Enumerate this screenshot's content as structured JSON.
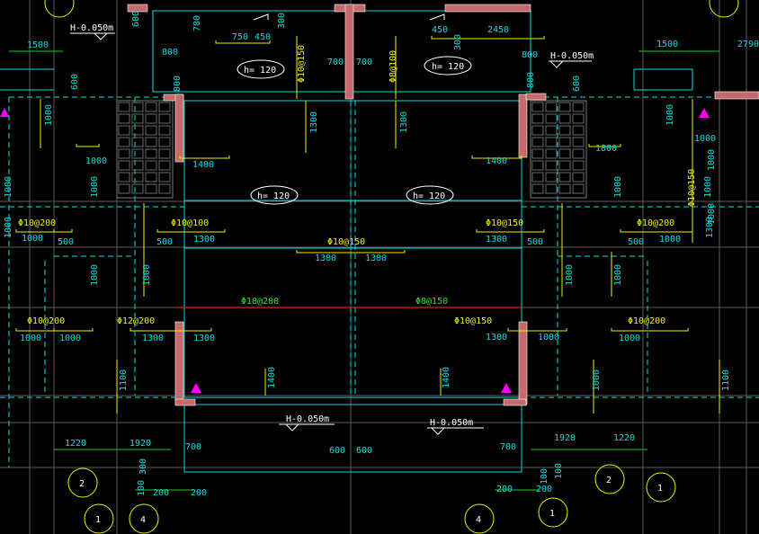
{
  "colors": {
    "background": "#000000",
    "grid": "#5a5a5a",
    "slab": "#00e0e0",
    "wall": "#c46a6a",
    "dim": "#f0f000",
    "rebar_text": "#f0f000",
    "dim_text": "#00e0e0",
    "red_line": "#e02020",
    "green_text": "#30e030",
    "marker": "#ff00ff",
    "white": "#ffffff"
  },
  "dimension_labels": [
    "1500",
    "750",
    "450",
    "300",
    "780",
    "600",
    "800",
    "700",
    "700",
    "2450",
    "450",
    "300",
    "800",
    "600",
    "800",
    "1500",
    "2790",
    "600",
    "800",
    "1000",
    "1000",
    "1300",
    "1300",
    "1000",
    "1000",
    "1000",
    "1000",
    "1400",
    "1400",
    "1800",
    "1000",
    "1000",
    "1000",
    "500",
    "500",
    "1300",
    "1300",
    "1300",
    "1300",
    "500",
    "1300",
    "500",
    "1000",
    "1000",
    "1000",
    "1000",
    "1000",
    "1000",
    "1000",
    "1000",
    "1000",
    "1000",
    "1300",
    "1300",
    "1300",
    "1000",
    "1000",
    "1100",
    "1400",
    "1400",
    "1000",
    "1100",
    "1220",
    "1920",
    "700",
    "600",
    "600",
    "700",
    "1920",
    "1220",
    "300",
    "100",
    "200",
    "200",
    "200",
    "200",
    "100",
    "100"
  ],
  "rebar_labels": [
    "Φ10@150",
    "Φ8@100",
    "Φ10@150",
    "Φ10@200",
    "Φ10@100",
    "Φ10@150",
    "Φ10@150",
    "Φ10@200",
    "Φ10@200",
    "Φ12@200",
    "Φ10@150",
    "Φ10@200"
  ],
  "green_labels": [
    "Φ10@200",
    "Φ8@150"
  ],
  "slab_thickness_labels": [
    "h= 120",
    "h= 120",
    "h= 120",
    "h= 120"
  ],
  "elevation_labels": [
    "H-0.050m",
    "H-0.050m",
    "H-0.050m",
    "H-0.050m"
  ],
  "axis_bubbles": [
    "2",
    "1",
    "4",
    "4",
    "1",
    "2",
    "1"
  ]
}
